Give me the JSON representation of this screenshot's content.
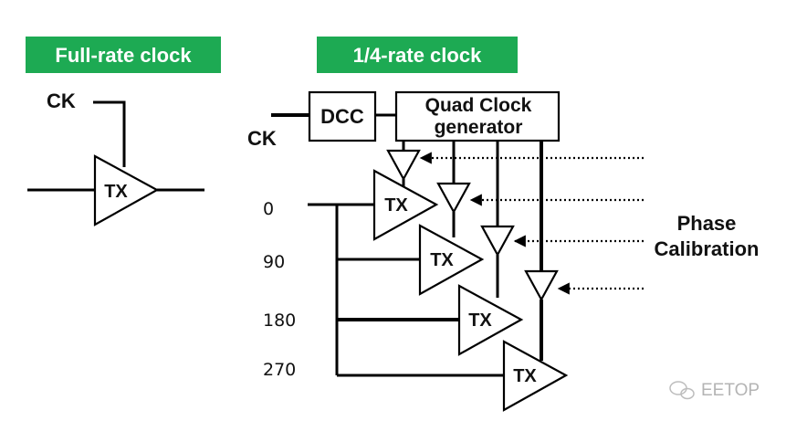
{
  "headers": {
    "full_rate": "Full-rate clock",
    "quarter_rate": "1/4-rate clock"
  },
  "colors": {
    "header_bg": "#1daa53",
    "header_text": "#ffffff",
    "line": "#000000"
  },
  "full_rate_diagram": {
    "clock_label": "CK",
    "tx_label": "TX"
  },
  "quarter_rate_diagram": {
    "clock_label": "CK",
    "dcc_label": "DCC",
    "qcg_label_line1": "Quad Clock",
    "qcg_label_line2": "generator",
    "tx_labels": [
      "TX",
      "TX",
      "TX",
      "TX"
    ],
    "phases": [
      "0",
      "90",
      "180",
      "270"
    ],
    "phase_calibration_line1": "Phase",
    "phase_calibration_line2": "Calibration"
  },
  "watermark": {
    "icon": "wechat-icon",
    "text": "EETOP"
  }
}
